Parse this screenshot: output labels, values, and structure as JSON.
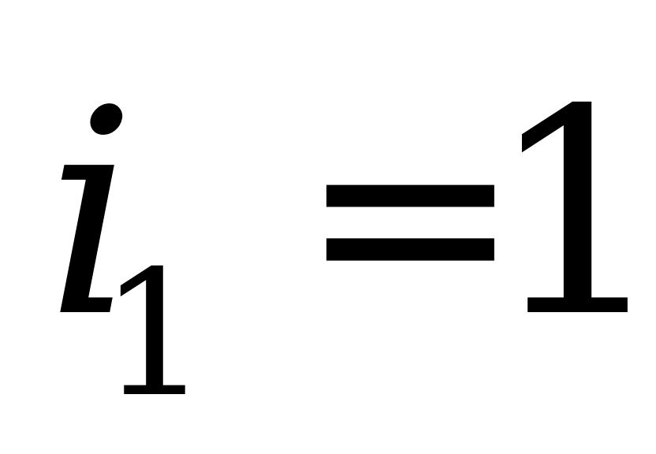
{
  "formula": {
    "variable": "i",
    "subscript": "1",
    "operator": "=",
    "value": "1"
  },
  "colors": {
    "text": "#000000",
    "background": "#ffffff"
  }
}
